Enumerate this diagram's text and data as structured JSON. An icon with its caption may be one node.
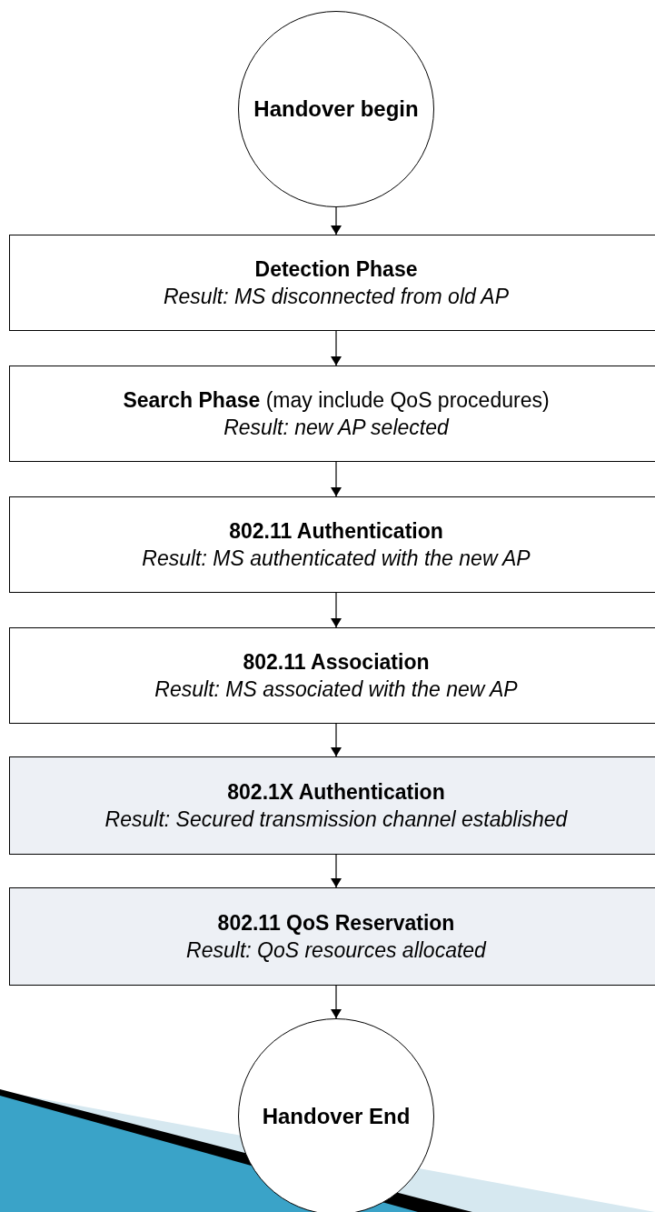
{
  "diagram": {
    "nodes": [
      {
        "text": [
          "Handover begin"
        ]
      },
      {
        "text": [
          "Detection Phase",
          "Result: MS disconnected from old AP"
        ]
      },
      {
        "text": [
          "**Search Phase** (may include QoS procedures)",
          "Result: new AP selected"
        ]
      },
      {
        "text": [
          "802.11 Authentication",
          "Result: MS authenticated with the new AP"
        ]
      },
      {
        "text": [
          "802.11 Association",
          "Result: MS associated with the new AP"
        ]
      },
      {
        "text": [
          "802.1X Authentication",
          "Result: Secured transmission channel established"
        ]
      },
      {
        "text": [
          "802.11 QoS Reservation",
          "Result: QoS resources allocated"
        ]
      },
      {
        "text": [
          "Handover End"
        ]
      }
    ],
    "edges": [
      {
        "from": 0,
        "to": 1,
        "arrow": "to"
      },
      {
        "from": 1,
        "to": 2,
        "arrow": "to"
      },
      {
        "from": 2,
        "to": 3,
        "arrow": "to"
      },
      {
        "from": 3,
        "to": 4,
        "arrow": "to"
      },
      {
        "from": 4,
        "to": 5,
        "arrow": "to"
      },
      {
        "from": 5,
        "to": 6,
        "arrow": "to"
      },
      {
        "from": 6,
        "to": 7,
        "arrow": "to"
      }
    ]
  }
}
